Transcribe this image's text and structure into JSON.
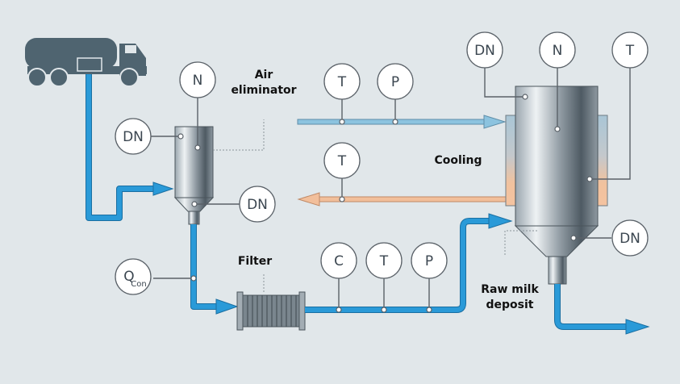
{
  "diagram": {
    "title": "Raw milk reception process",
    "labels": {
      "air_eliminator_line1": "Air",
      "air_eliminator_line2": "eliminator",
      "filter": "Filter",
      "cooling": "Cooling",
      "raw_milk_line1": "Raw milk",
      "raw_milk_line2": "deposit"
    },
    "sensors": {
      "ae_density": "DN",
      "ae_level": "N",
      "ae_outlet_density": "DN",
      "flow_main": "Q",
      "flow_sub": "Con",
      "coolant_in_temp": "T",
      "coolant_in_pressure": "P",
      "coolant_out_temp": "T",
      "line_conductivity": "C",
      "line_temp": "T",
      "line_pressure": "P",
      "tank_density": "DN",
      "tank_level": "N",
      "tank_temp": "T",
      "tank_outlet_density": "DN"
    },
    "colors": {
      "background": "#e1e7ea",
      "milk_pipe": "#2a9ad8",
      "cold_pipe": "#8cc3df",
      "warm_pipe": "#f2bf9b",
      "truck": "#4f6470"
    }
  }
}
